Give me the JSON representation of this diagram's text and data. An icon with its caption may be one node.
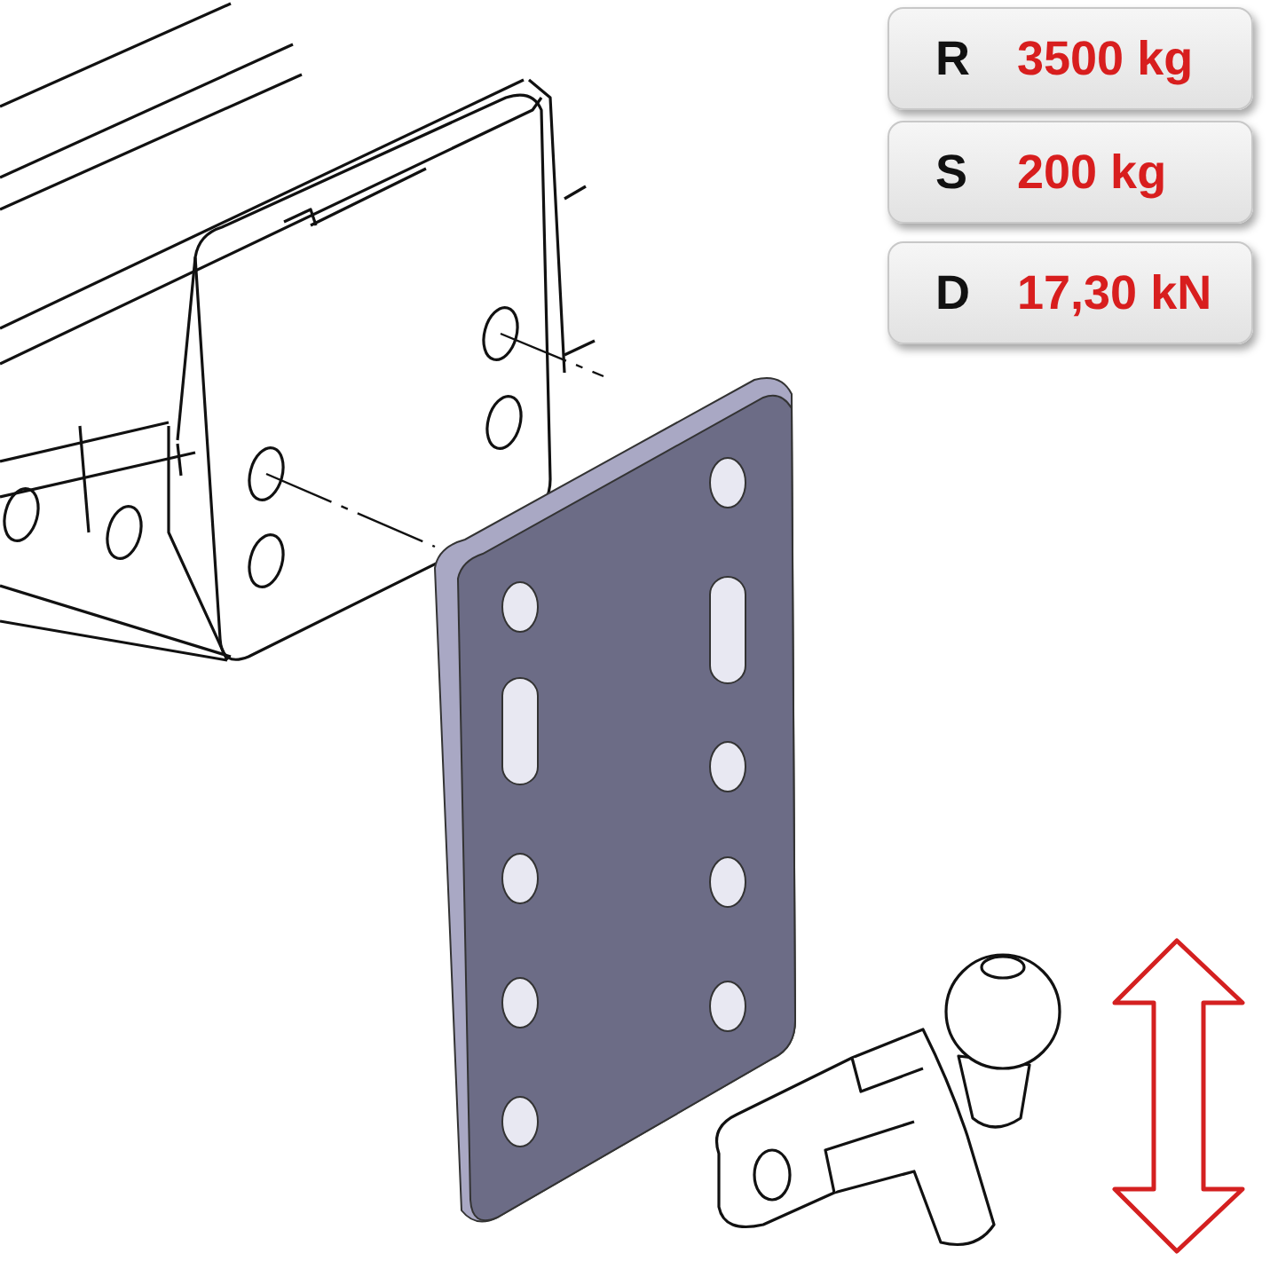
{
  "diagram": {
    "labels": [
      "R",
      "3500 kg",
      "S",
      "200 kg",
      "D",
      "17,30 kN"
    ]
  }
}
